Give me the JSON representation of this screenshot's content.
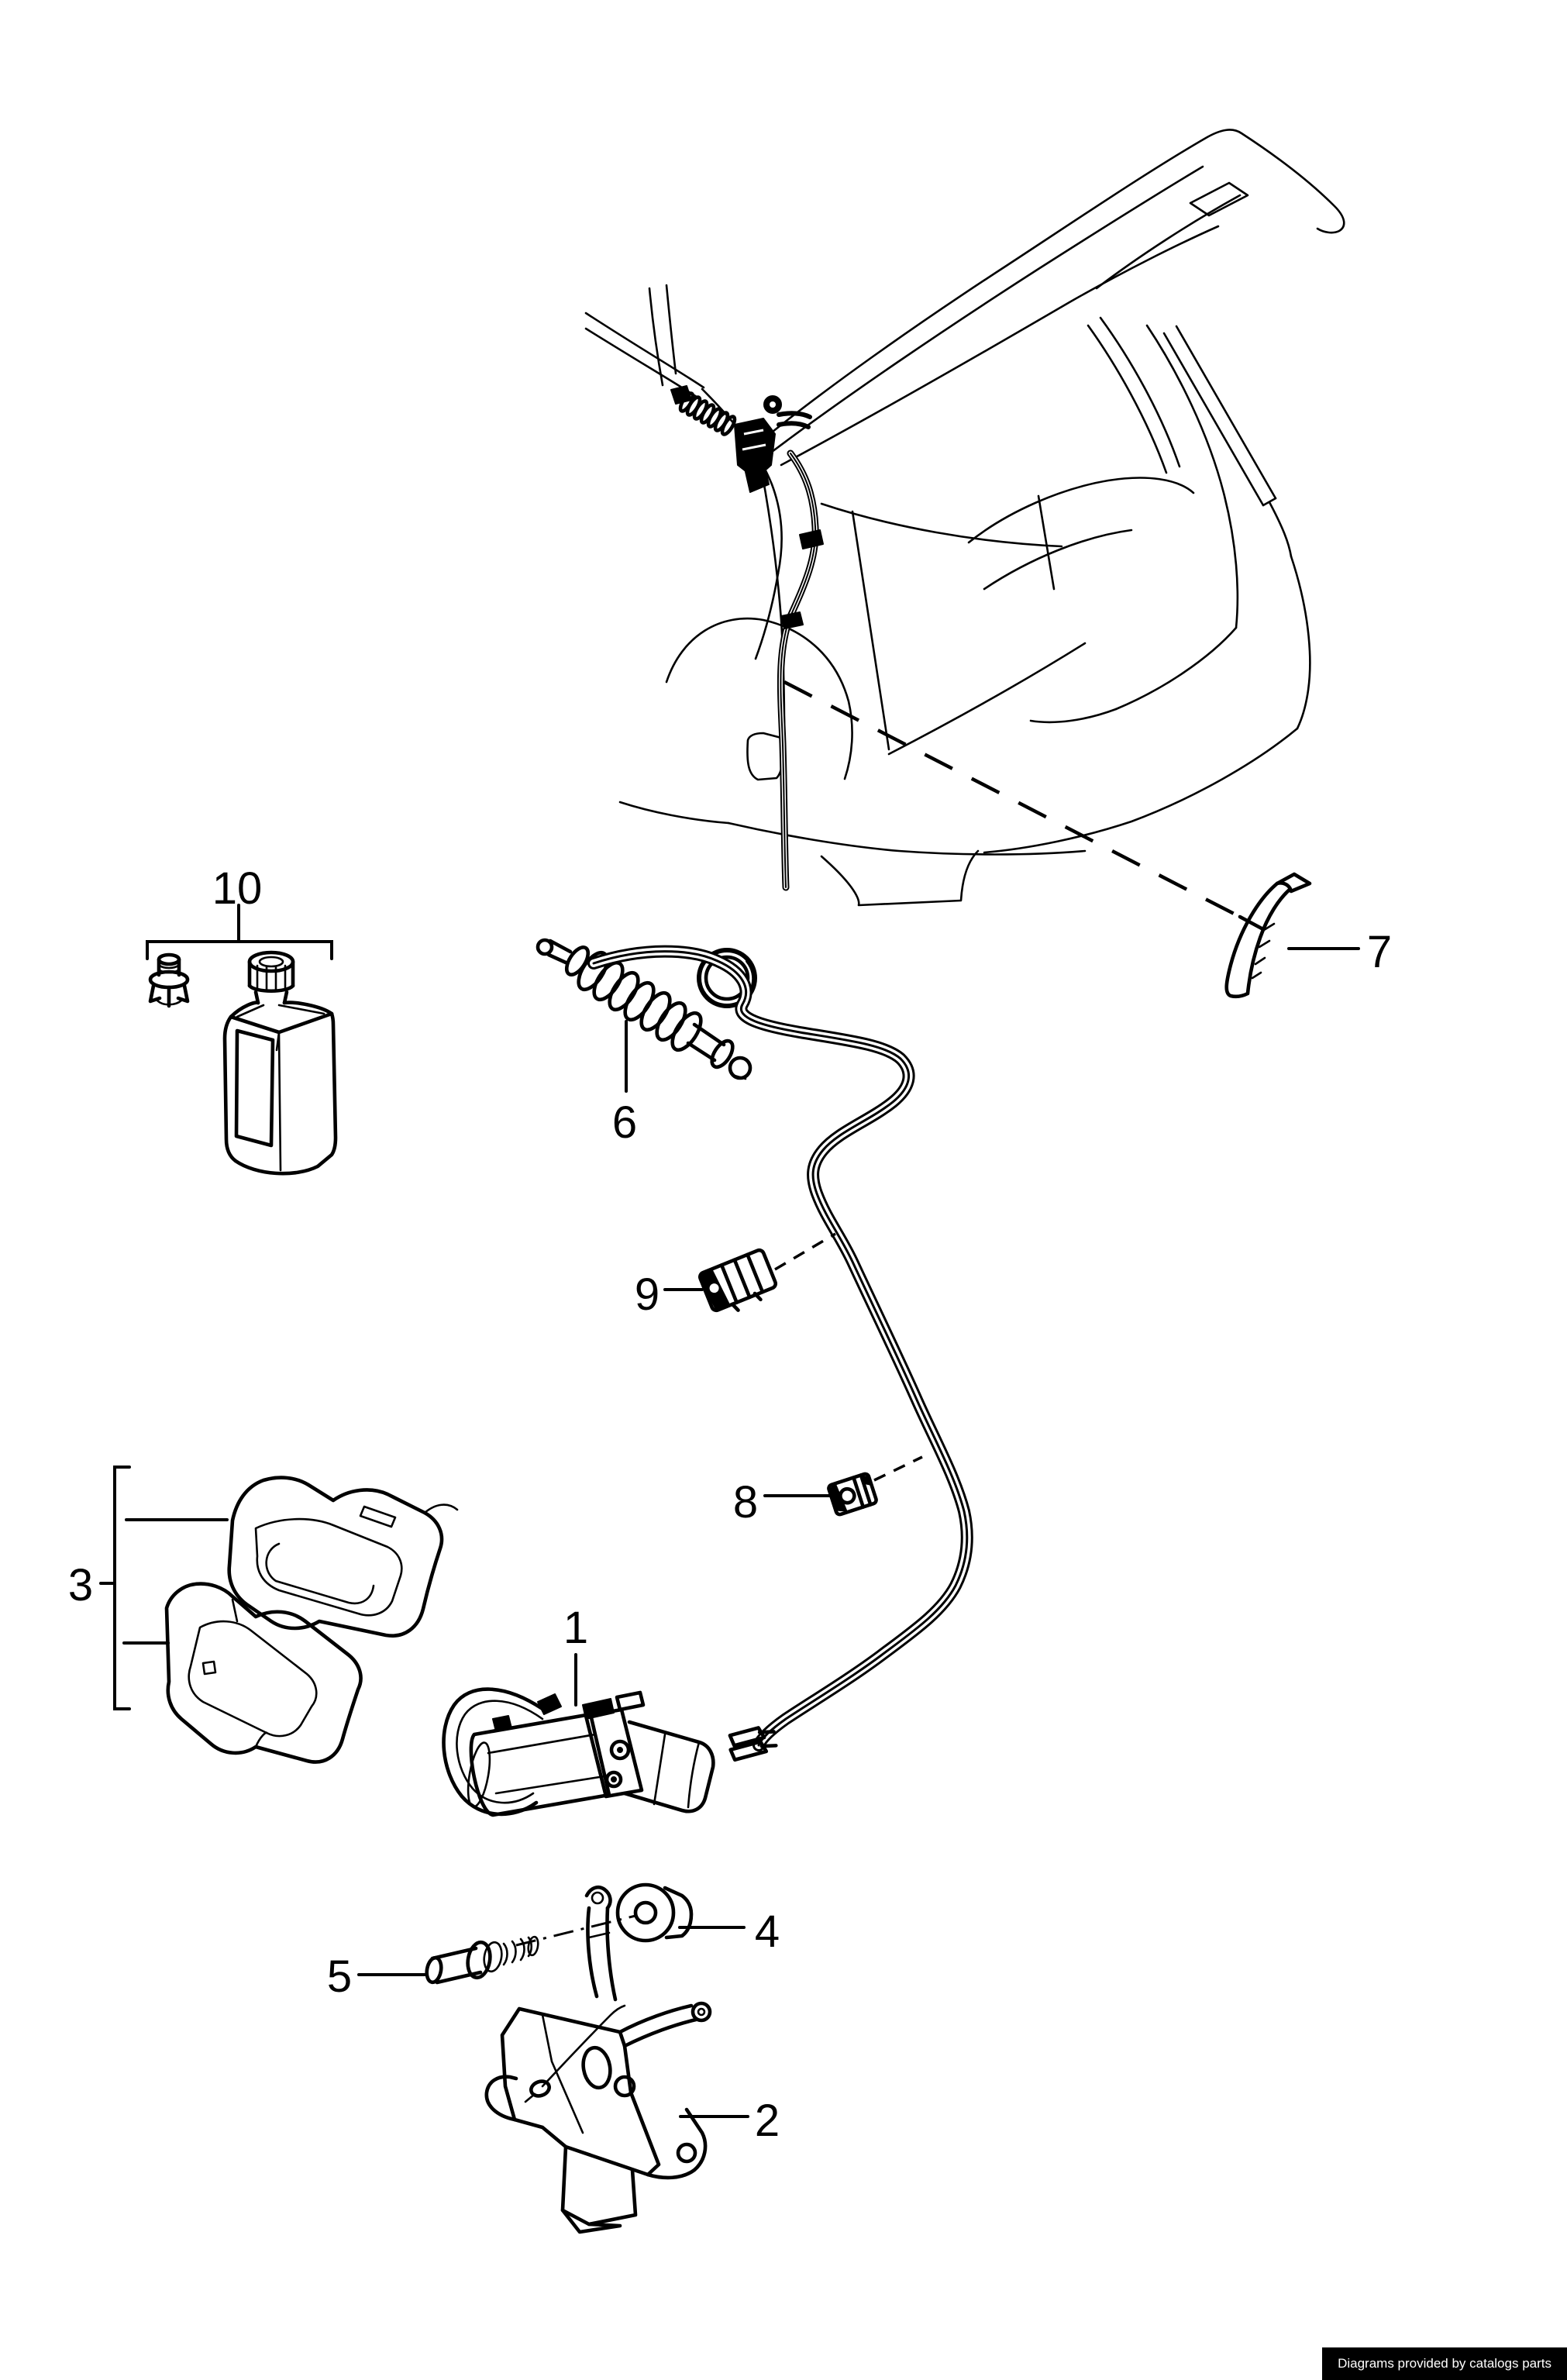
{
  "page": {
    "background": "#ffffff",
    "line_color": "#000000"
  },
  "footer": {
    "text": "Diagrams provided by catalogs parts",
    "background": "#000000",
    "color": "#ffffff"
  },
  "callouts": [
    {
      "label": "1"
    },
    {
      "label": "2"
    },
    {
      "label": "3"
    },
    {
      "label": "4"
    },
    {
      "label": "5"
    },
    {
      "label": "6"
    },
    {
      "label": "7"
    },
    {
      "label": "8"
    },
    {
      "label": "9"
    },
    {
      "label": "10"
    }
  ]
}
